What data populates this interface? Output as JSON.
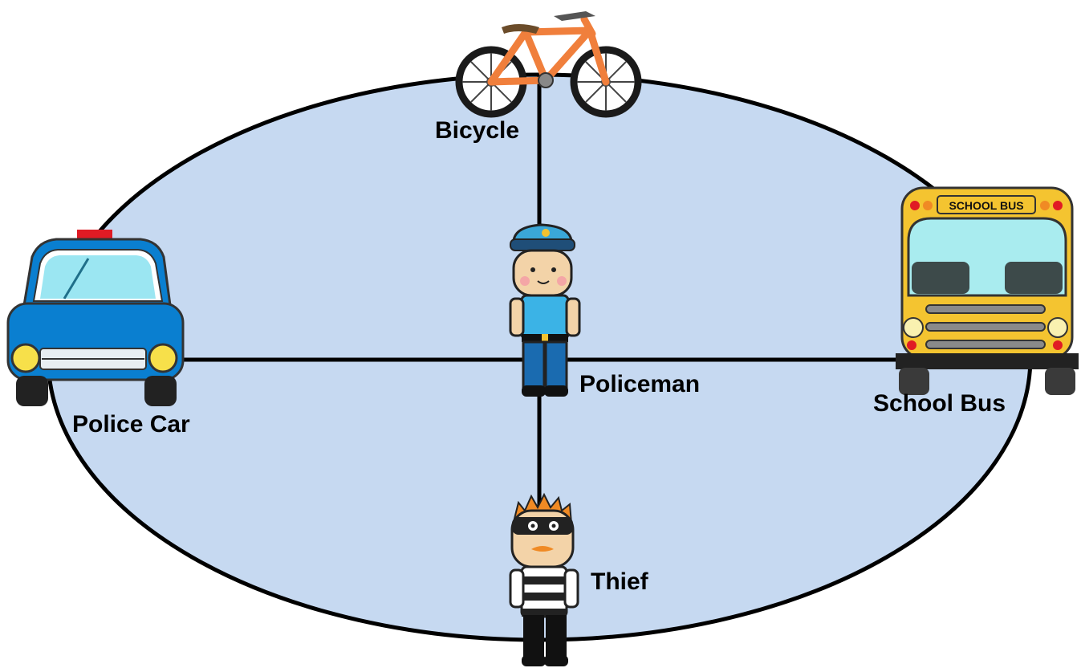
{
  "labels": {
    "bicycle": "Bicycle",
    "police_car": "Police Car",
    "policeman": "Policeman",
    "school_bus": "School Bus",
    "thief": "Thief",
    "bus_sign": "SCHOOL BUS"
  },
  "colors": {
    "ellipse_fill": "#c6d9f1",
    "outline": "#000000",
    "police_car_body": "#0a7fd0",
    "police_uniform": "#3bb3e6",
    "bus_body": "#f4c430",
    "bicycle_frame": "#f07f3c"
  },
  "icons": [
    "bicycle-icon",
    "police-car-icon",
    "policeman-icon",
    "school-bus-icon",
    "thief-icon"
  ]
}
